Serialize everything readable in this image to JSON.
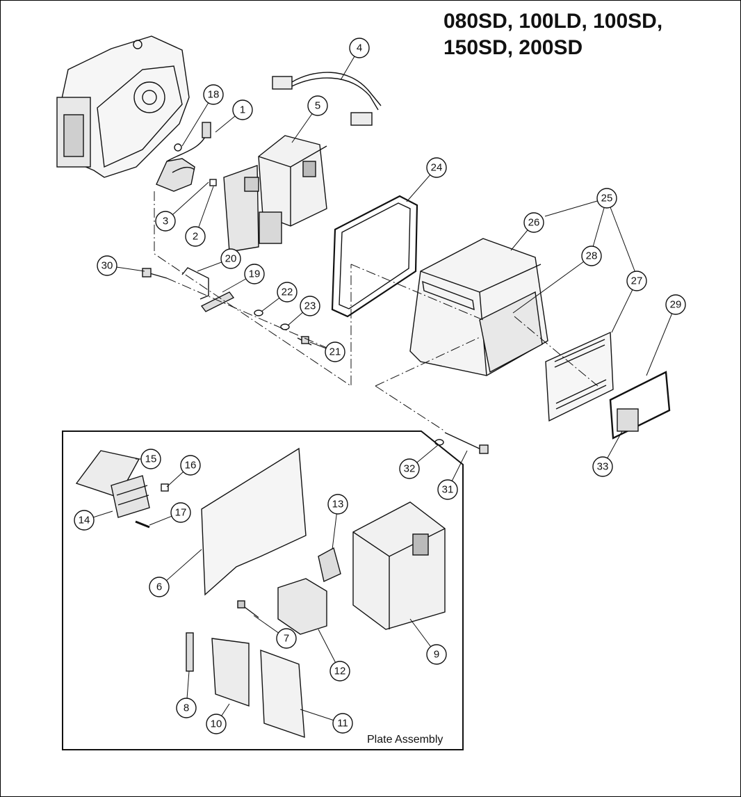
{
  "title_lines": [
    "080SD, 100LD, 100SD,",
    "150SD, 200SD"
  ],
  "inset_label": "Plate Assembly",
  "callouts": [
    "1",
    "2",
    "3",
    "4",
    "5",
    "6",
    "7",
    "8",
    "9",
    "10",
    "11",
    "12",
    "13",
    "14",
    "15",
    "16",
    "17",
    "18",
    "19",
    "20",
    "21",
    "22",
    "23",
    "24",
    "25",
    "26",
    "27",
    "28",
    "29",
    "30",
    "31",
    "32",
    "33"
  ]
}
